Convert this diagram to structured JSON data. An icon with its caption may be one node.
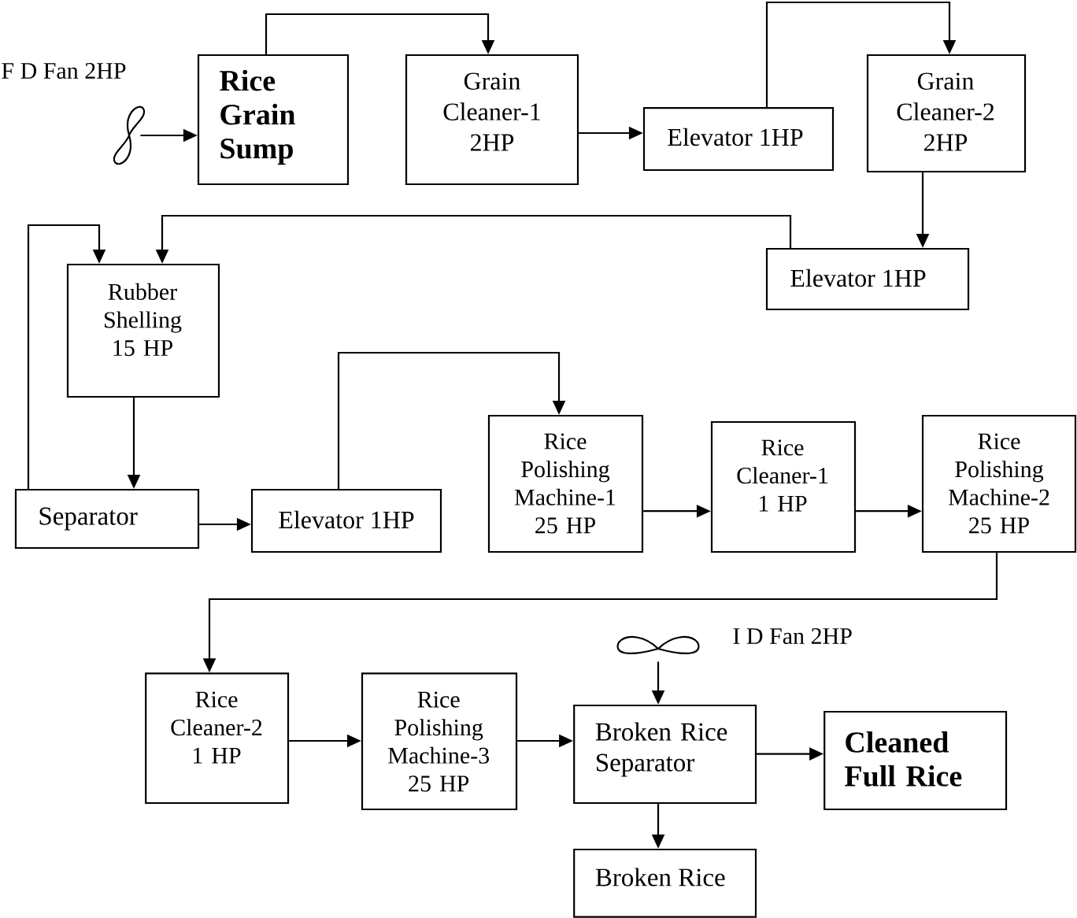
{
  "diagram": {
    "nodes": [
      {
        "text": [],
        "shape": "picture",
        "beside": [
          "F D Fan 2HP"
        ]
      },
      {
        "text": [
          "Rice Grain Sump"
        ]
      },
      {
        "text": [
          "Grain Cleaner-1 2HP"
        ]
      },
      {
        "text": [
          "Elevator 1HP"
        ]
      },
      {
        "text": [
          "Grain Cleaner-2 2HP"
        ]
      },
      {
        "text": [
          "Elevator 1HP"
        ]
      },
      {
        "text": [
          "Rubber Shelling 15 HP"
        ]
      },
      {
        "text": [
          "Separator"
        ]
      },
      {
        "text": [
          "Elevator 1HP"
        ]
      },
      {
        "text": [
          "Rice Polishing Machine-1 25 HP"
        ]
      },
      {
        "text": [
          "Rice Cleaner-1 1 HP"
        ]
      },
      {
        "text": [
          "Rice Polishing Machine-2 25 HP"
        ]
      },
      {
        "text": [
          "Rice Cleaner-2 1 HP"
        ]
      },
      {
        "text": [
          "Rice Polishing Machine-3 25 HP"
        ]
      },
      {
        "text": [],
        "shape": "picture",
        "beside": [
          "I D Fan 2HP"
        ]
      },
      {
        "text": [
          "Broken Rice Separator"
        ]
      },
      {
        "text": [
          "Cleaned Full Rice"
        ]
      },
      {
        "text": [
          "Broken Rice"
        ]
      }
    ],
    "edges": [
      {
        "from": 0,
        "to": 1,
        "arrow": "to"
      },
      {
        "from": 1,
        "to": 2,
        "arrow": "to"
      },
      {
        "from": 2,
        "to": 3,
        "arrow": "to"
      },
      {
        "from": 3,
        "to": 4,
        "arrow": "to"
      },
      {
        "from": 4,
        "to": 5,
        "arrow": "to"
      },
      {
        "from": 5,
        "to": 6,
        "arrow": "to"
      },
      {
        "from": 6,
        "to": 7,
        "arrow": "to"
      },
      {
        "from": 7,
        "to": 6,
        "arrow": "to"
      },
      {
        "from": 7,
        "to": 8,
        "arrow": "to"
      },
      {
        "from": 8,
        "to": 9,
        "arrow": "to"
      },
      {
        "from": 9,
        "to": 10,
        "arrow": "to"
      },
      {
        "from": 10,
        "to": 11,
        "arrow": "to"
      },
      {
        "from": 11,
        "to": 12,
        "arrow": "to"
      },
      {
        "from": 12,
        "to": 13,
        "arrow": "to"
      },
      {
        "from": 13,
        "to": 15,
        "arrow": "to"
      },
      {
        "from": 14,
        "to": 15,
        "arrow": "to"
      },
      {
        "from": 15,
        "to": 16,
        "arrow": "to"
      },
      {
        "from": 15,
        "to": 17,
        "arrow": "to"
      }
    ]
  }
}
